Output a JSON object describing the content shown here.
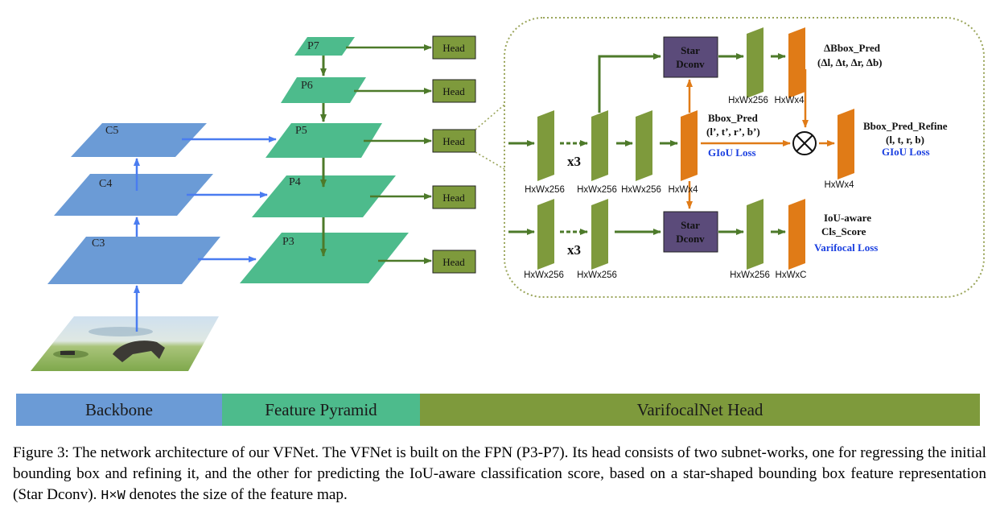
{
  "backbone": {
    "levels": [
      "C5",
      "C4",
      "C3"
    ]
  },
  "pyramid": {
    "levels": [
      "P7",
      "P6",
      "P5",
      "P4",
      "P3"
    ],
    "head_label": "Head"
  },
  "head": {
    "star_dconv_line1": "Star",
    "star_dconv_line2": "Dconv",
    "repeat": "x3",
    "dim_256": "HxWx256",
    "dim_4": "HxWx4",
    "dim_c": "HxWxC",
    "delta_bbox_title": "ΔBbox_Pred",
    "delta_bbox_vars": "(Δl, Δt, Δr, Δb)",
    "bbox_pred_title": "Bbox_Pred",
    "bbox_pred_vars": "(l’, t’, r’, b’)",
    "giou_loss": "GIoU Loss",
    "bbox_refine_title": "Bbox_Pred_Refine",
    "bbox_refine_vars": "(l, t, r, b)",
    "iou_line1": "IoU-aware",
    "iou_line2": "Cls_Score",
    "varifocal_loss": "Varifocal Loss"
  },
  "legend": {
    "backbone": "Backbone",
    "pyramid": "Feature Pyramid",
    "head": "VarifocalNet Head"
  },
  "caption": {
    "part1": "Figure 3: The network architecture of our VFNet. The VFNet is built on the FPN (P3-P7). Its head consists of two subnet-works, one for regressing the initial bounding box and refining it, and the other for predicting the IoU-aware classification score, based on a star-shaped bounding box feature representation (Star Dconv).",
    "mono": "H×W",
    "part2": "denotes the size of the feature map."
  },
  "colors": {
    "backbone_blue": "#6b9bd6",
    "pyramid_green": "#4dbb8c",
    "head_olive": "#7e9a3c",
    "arrow_blue": "#4a7cf0",
    "arrow_green": "#4d7a2a",
    "orange": "#e07b17",
    "star_purple": "#5b4b7a",
    "loss_blue": "#1a3fe0"
  }
}
